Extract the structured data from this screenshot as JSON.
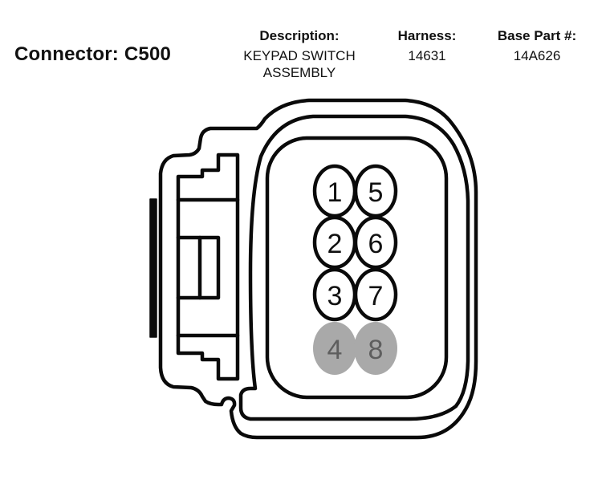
{
  "connector": {
    "label": "Connector: C500",
    "id": "C500"
  },
  "info": {
    "description": {
      "header": "Description:",
      "value_line1": "KEYPAD SWITCH",
      "value_line2": "ASSEMBLY"
    },
    "harness": {
      "header": "Harness:",
      "value": "14631"
    },
    "base_part": {
      "header": "Base Part #:",
      "value": "14A626"
    }
  },
  "pins": [
    {
      "number": "1",
      "col": 0,
      "row": 0,
      "populated": true
    },
    {
      "number": "2",
      "col": 0,
      "row": 1,
      "populated": true
    },
    {
      "number": "3",
      "col": 0,
      "row": 2,
      "populated": true
    },
    {
      "number": "4",
      "col": 0,
      "row": 3,
      "populated": false
    },
    {
      "number": "5",
      "col": 1,
      "row": 0,
      "populated": true
    },
    {
      "number": "6",
      "col": 1,
      "row": 1,
      "populated": true
    },
    {
      "number": "7",
      "col": 1,
      "row": 2,
      "populated": true
    },
    {
      "number": "8",
      "col": 1,
      "row": 3,
      "populated": false
    }
  ],
  "colors": {
    "outline": "#0a0a0a",
    "populated_fill": "#ffffff",
    "unpopulated_fill": "#a9a9a9",
    "unpopulated_text": "#5e5e5e"
  }
}
